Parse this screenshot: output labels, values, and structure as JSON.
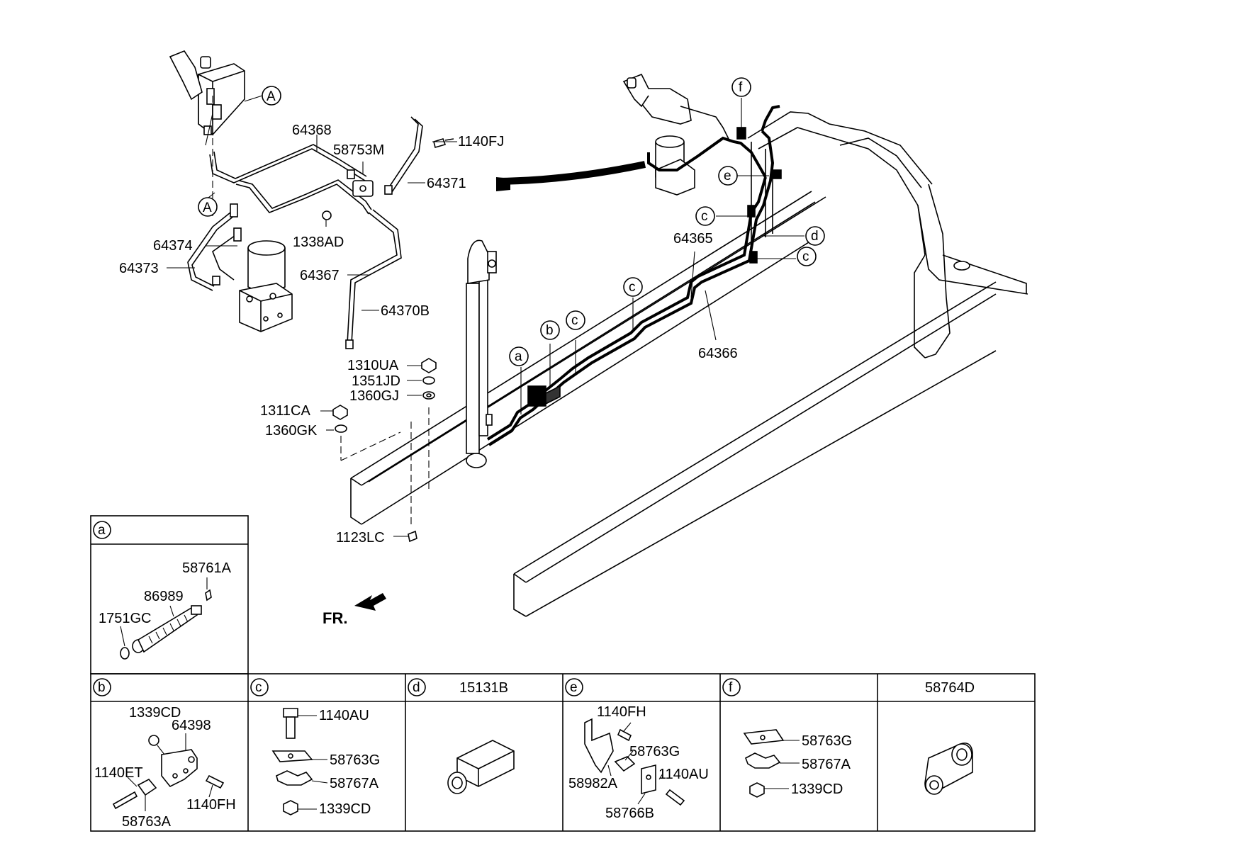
{
  "main_labels": {
    "p64368": "64368",
    "p58753M": "58753M",
    "p1140FJ": "1140FJ",
    "p64371": "64371",
    "p1338AD": "1338AD",
    "p64374": "64374",
    "p64373": "64373",
    "p64367": "64367",
    "p64370B": "64370B",
    "p1310UA": "1310UA",
    "p1351JD": "1351JD",
    "p1360GJ": "1360GJ",
    "p1311CA": "1311CA",
    "p1360GK": "1360GK",
    "p1123LC": "1123LC",
    "p64365": "64365",
    "p64366": "64366",
    "fr": "FR."
  },
  "callouts": {
    "A": "A",
    "a": "a",
    "b": "b",
    "c": "c",
    "d": "d",
    "e": "e",
    "f": "f"
  },
  "panels": {
    "a": {
      "key": "a",
      "parts": {
        "p58761A": "58761A",
        "p86989": "86989",
        "p1751GC": "1751GC"
      }
    },
    "b": {
      "key": "b",
      "parts": {
        "p1339CD": "1339CD",
        "p64398": "64398",
        "p1140ET": "1140ET",
        "p1140FH": "1140FH",
        "p58763A": "58763A"
      }
    },
    "c": {
      "key": "c",
      "parts": {
        "p1140AU": "1140AU",
        "p58763G": "58763G",
        "p58767A": "58767A",
        "p1339CD": "1339CD"
      }
    },
    "d": {
      "key": "d",
      "title": "15131B"
    },
    "e": {
      "key": "e",
      "parts": {
        "p1140FH": "1140FH",
        "p58763G": "58763G",
        "p58982A": "58982A",
        "p1140AU": "1140AU",
        "p58766B": "58766B"
      }
    },
    "f": {
      "key": "f",
      "parts": {
        "p58763G": "58763G",
        "p58767A": "58767A",
        "p1339CD": "1339CD"
      }
    },
    "g": {
      "title": "58764D"
    }
  }
}
